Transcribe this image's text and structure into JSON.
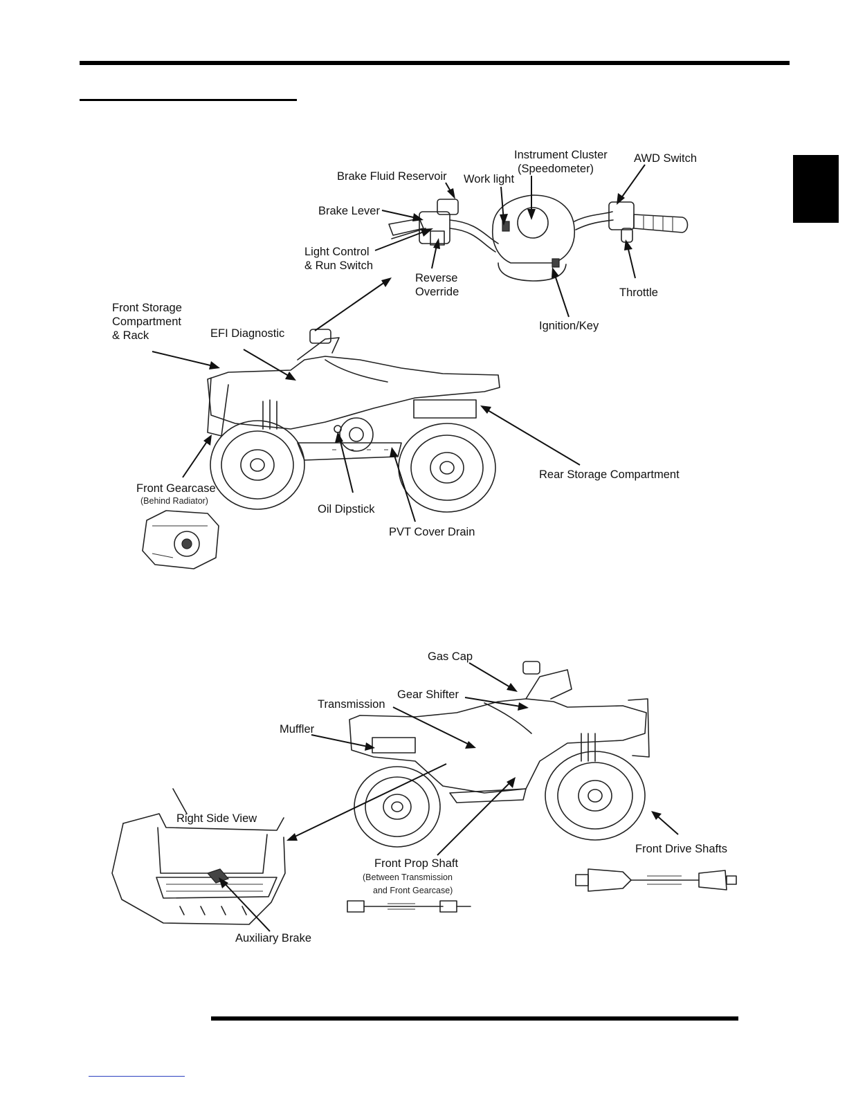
{
  "top_view": {
    "labels": {
      "instrument_cluster": [
        "Instrument Cluster",
        "(Speedometer)"
      ],
      "awd_switch": "AWD Switch",
      "brake_fluid_reservoir": "Brake Fluid Reservoir",
      "work_light": "Work light",
      "brake_lever": "Brake Lever",
      "light_control": [
        "Light Control",
        "& Run Switch"
      ],
      "reverse_override": [
        "Reverse",
        "Override"
      ],
      "throttle": "Throttle",
      "front_storage": [
        "Front Storage",
        "Compartment",
        "&  Rack"
      ],
      "efi_diagnostic": "EFI Diagnostic",
      "ignition_key": "Ignition/Key",
      "rear_storage": "Rear Storage Compartment",
      "front_gearcase": "Front Gearcase",
      "front_gearcase_note": "(Behind Radiator)",
      "oil_dipstick": "Oil Dipstick",
      "pvt_cover_drain": "PVT Cover Drain"
    }
  },
  "bottom_view": {
    "labels": {
      "gas_cap": "Gas Cap",
      "gear_shifter": "Gear Shifter",
      "transmission": "Transmission",
      "muffler": "Muffler",
      "right_side_view": "Right Side View",
      "front_drive_shafts": "Front Drive Shafts",
      "front_prop_shaft": "Front Prop Shaft",
      "front_prop_shaft_note": [
        "(Between Transmission",
        "and Front Gearcase)"
      ],
      "auxiliary_brake": "Auxiliary Brake"
    }
  }
}
